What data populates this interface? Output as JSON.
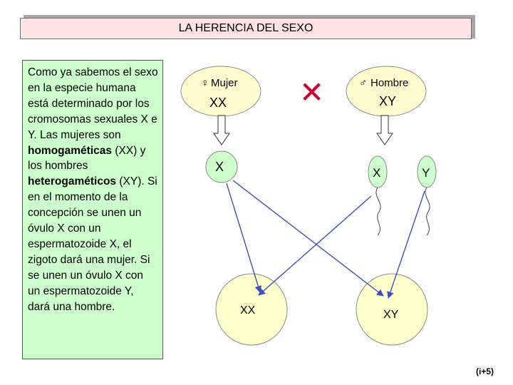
{
  "title": "LA HERENCIA DEL SEXO",
  "explanation": {
    "part1": "Como ya sabemos el sexo en la especie humana está determinado por los cromosomas sexuales X e Y. Las mujeres son ",
    "term1": "homogaméticas",
    "part2": " (XX) y los hombres ",
    "term2": "heterogaméticos",
    "part3": " (XY). Si  en el momento de la concepción se unen un óvulo X con un espermatozoide X, el zigoto dará una mujer. Si se unen un óvulo X con un espermatozoide Y, dará una hombre."
  },
  "mother": {
    "symbol": "♀",
    "label": "Mujer",
    "genotype": "XX"
  },
  "father": {
    "symbol": "♂",
    "label": "Hombre",
    "genotype": "XY"
  },
  "cross_symbol": "✕",
  "gametes": {
    "ovum": "X",
    "sperm_x": "X",
    "sperm_y": "Y"
  },
  "offspring": {
    "female": "XX",
    "male": "XY"
  },
  "footer": "(i+5)",
  "colors": {
    "title_bg": "#fde3e3",
    "panel_bg": "#ccffcc",
    "parent_bg": "#fffbcf",
    "gamete_bg": "#ccffcc",
    "zygote_bg": "#ffffcc",
    "arrow": "#3b4fc2",
    "cross": "#cc0033"
  }
}
